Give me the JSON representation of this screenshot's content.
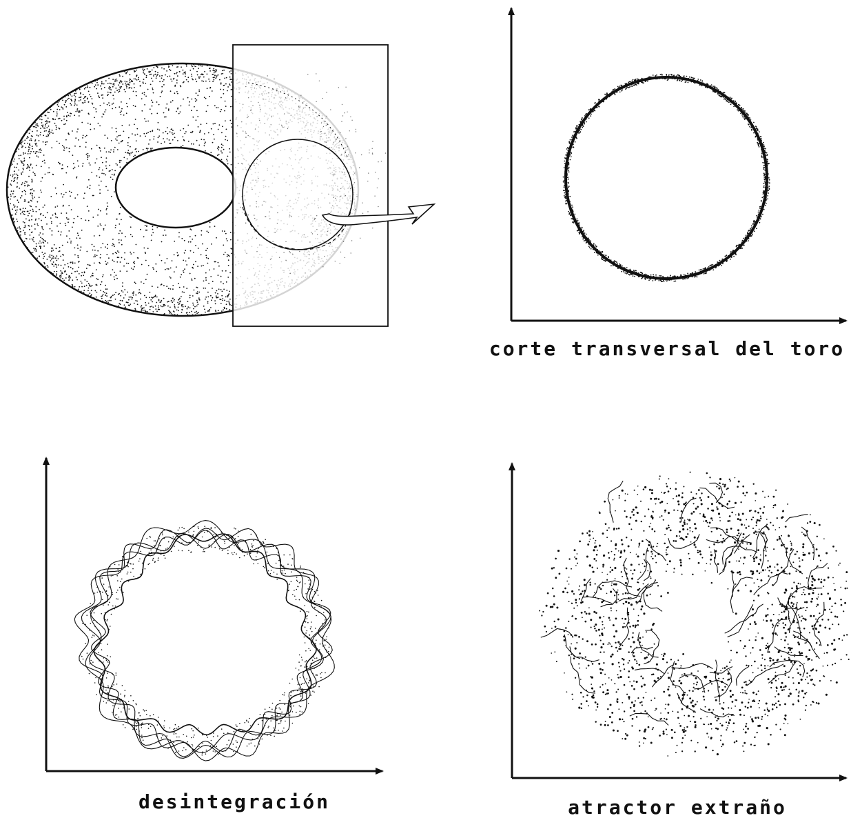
{
  "colors": {
    "ink": "#111111",
    "paper": "#ffffff"
  },
  "panels": [
    {
      "id": "torus",
      "caption": ""
    },
    {
      "id": "cross-section",
      "caption": "corte transversal del toro"
    },
    {
      "id": "disintegration",
      "caption": "desintegración"
    },
    {
      "id": "strange-attractor",
      "caption": "atractor extraño"
    }
  ]
}
